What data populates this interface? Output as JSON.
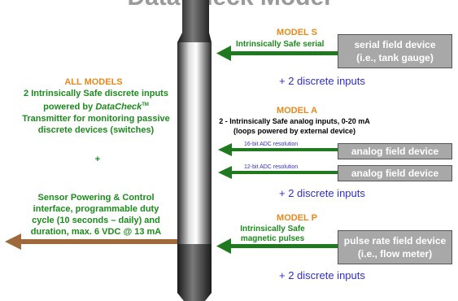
{
  "title": "DataCheck Model",
  "colors": {
    "heading": "#e8891a",
    "green_text": "#1c8a1c",
    "blue_text": "#2f2fc8",
    "device_box": "#a8a8a8",
    "green_arrow": "#1f7a1f",
    "brown_arrow": "#a0693a",
    "pole_dark": "#333333"
  },
  "left_panel": {
    "heading": "ALL MODELS",
    "line1": "2  Intrinsically Safe discrete inputs",
    "line2_prefix": "powered by ",
    "line2_brand": "DataCheck",
    "line2_tm": "TM",
    "line3": "Transmitter for monitoring passive",
    "line4": "discrete devices (switches)",
    "plus": "+",
    "sensor_line1": "Sensor Powering & Control",
    "sensor_line2": "interface, programmable duty",
    "sensor_line3": "cycle (10 seconds – daily) and",
    "sensor_line4": "duration, max. 6 VDC @ 13 mA"
  },
  "model_s": {
    "heading": "MODEL S",
    "subtitle": "Intrinsically Safe serial",
    "device_line1": "serial field device",
    "device_line2": "(i.e., tank gauge)",
    "discrete": "+ 2 discrete inputs"
  },
  "model_a": {
    "heading": "MODEL A",
    "desc1": "2 - Intrinsically Safe analog inputs, 0-20 mA",
    "desc2": "(loops powered by external device)",
    "adc1": "16-bit ADC resolution",
    "adc2": "12-bit ADC resolution",
    "device1": "analog field device",
    "device2": "analog field device",
    "discrete": "+ 2 discrete inputs"
  },
  "model_p": {
    "heading": "MODEL P",
    "desc1": "Intrinsically Safe",
    "desc2": "magnetic pulses",
    "device_line1": "pulse rate field device",
    "device_line2": "(i.e., flow meter)",
    "discrete": "+ 2 discrete inputs"
  }
}
